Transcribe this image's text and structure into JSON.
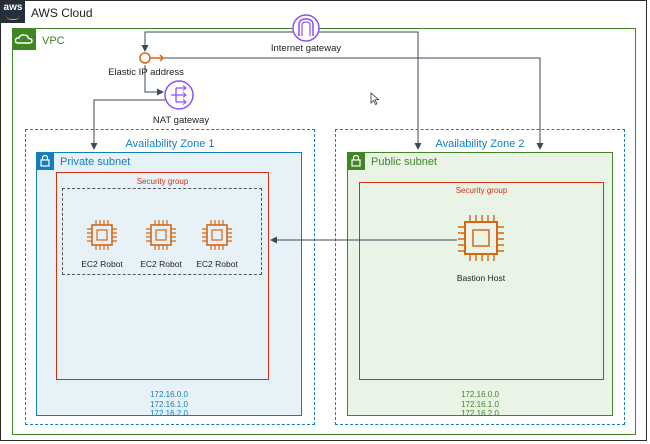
{
  "cloud": {
    "logo_text": "aws",
    "title": "AWS Cloud"
  },
  "vpc": {
    "title": "VPC"
  },
  "internet_gateway": {
    "label": "Internet gateway"
  },
  "elastic_ip": {
    "label": "Elastic IP address"
  },
  "nat_gateway": {
    "label": "NAT gateway"
  },
  "zone1": {
    "title": "Availability Zone 1",
    "subnet_title": "Private subnet",
    "security_group": "Security group",
    "instances": [
      "EC2 Robot",
      "EC2 Robot",
      "EC2 Robot"
    ],
    "cidrs": [
      "172.16.0.0",
      "172.16.1.0",
      "172.16.2.0"
    ]
  },
  "zone2": {
    "title": "Availability Zone 2",
    "subnet_title": "Public subnet",
    "security_group": "Security group",
    "host": "Bastion Host",
    "cidrs": [
      "172.16.0.0",
      "172.16.1.0",
      "172.16.2.0"
    ]
  },
  "colors": {
    "vpc": "#3f8624",
    "az": "#147eba",
    "private": "#147eba",
    "public": "#3f8624",
    "security_group": "#d13212",
    "ec2": "#d86613",
    "gateway": "#8c4fff",
    "line": "#3b4a5a"
  }
}
